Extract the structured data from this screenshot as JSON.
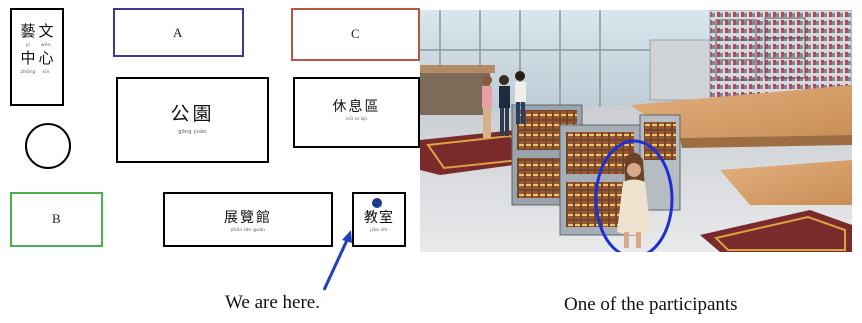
{
  "map": {
    "box_a": {
      "label": "A",
      "border_color": "#3a3a9a"
    },
    "box_b": {
      "label": "B",
      "border_color": "#4caf50"
    },
    "box_c": {
      "label": "C",
      "border_color": "#b85540"
    },
    "arts_center": {
      "char1": "藝",
      "char2": "文",
      "py1": "yì",
      "py2": "wén",
      "char3": "中",
      "char4": "心",
      "py3": "zhōng",
      "py4": "xīn"
    },
    "park": {
      "chars": "公園",
      "pinyin": "gōng  yuán"
    },
    "rest_area": {
      "chars": "休息區",
      "pinyin": "xiū   xí    qū"
    },
    "exhibition_hall": {
      "chars": "展覽館",
      "pinyin": "zhǎn  lǎn  guǎn"
    },
    "classroom": {
      "chars": "教室",
      "pinyin": "jiào  shì",
      "dot_color": "#1f3a93"
    },
    "here_label": "We are here.",
    "arrow_color": "#1f3fbf"
  },
  "scene": {
    "caption": "One of the participants",
    "highlight_color": "#1c2fd6"
  }
}
